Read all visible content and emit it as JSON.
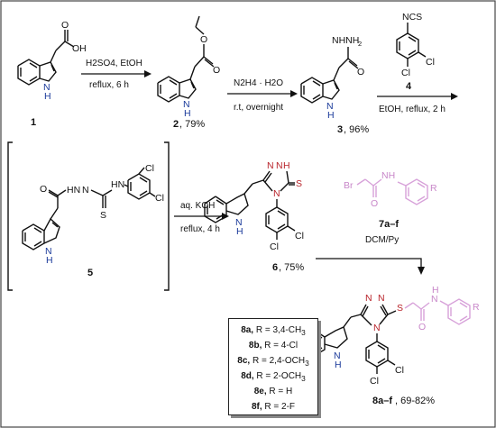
{
  "compounds": {
    "c1": {
      "label": "1"
    },
    "c2": {
      "label": "2",
      "yield": ", 79%"
    },
    "c3": {
      "label": "3",
      "yield": ", 96%"
    },
    "c4": {
      "label": "4"
    },
    "c5": {
      "label": "5"
    },
    "c6": {
      "label": "6",
      "yield": ", 75%"
    },
    "c7": {
      "label": "7a–f"
    },
    "c8": {
      "label": "8a–f",
      "yield": ", 69-82%"
    }
  },
  "steps": {
    "step1": {
      "line1": "H2SO4, EtOH",
      "line2": "reflux, 6 h"
    },
    "step2": {
      "line1": "N2H4 · H2O",
      "line2": "r.t, overnight"
    },
    "step3": {
      "line2": "EtOH, reflux, 2 h"
    },
    "step4": {
      "line1": "aq. KOH",
      "line2": "reflux, 4 h"
    },
    "step5": {
      "line1": "DCM/Py"
    }
  },
  "atoms": {
    "OH": "OH",
    "O": "O",
    "N": "N",
    "H": "H",
    "NHNH2": "NHNH",
    "two": "2",
    "NCS": "NCS",
    "Cl": "Cl",
    "HN": "HN",
    "S": "S",
    "NH": "NH",
    "Br": "Br",
    "R": "R"
  },
  "legend": [
    {
      "code": "8a",
      "sub": "R = 3,4-CH",
      "subscript": "3"
    },
    {
      "code": "8b",
      "sub": "R = 4-Cl",
      "subscript": ""
    },
    {
      "code": "8c",
      "sub": "R = 2,4-OCH",
      "subscript": "3"
    },
    {
      "code": "8d",
      "sub": "R = 2-OCH",
      "subscript": "3"
    },
    {
      "code": "8e",
      "sub": "R = H",
      "subscript": ""
    },
    {
      "code": "8f",
      "sub": "R = 2-F",
      "subscript": ""
    }
  ]
}
